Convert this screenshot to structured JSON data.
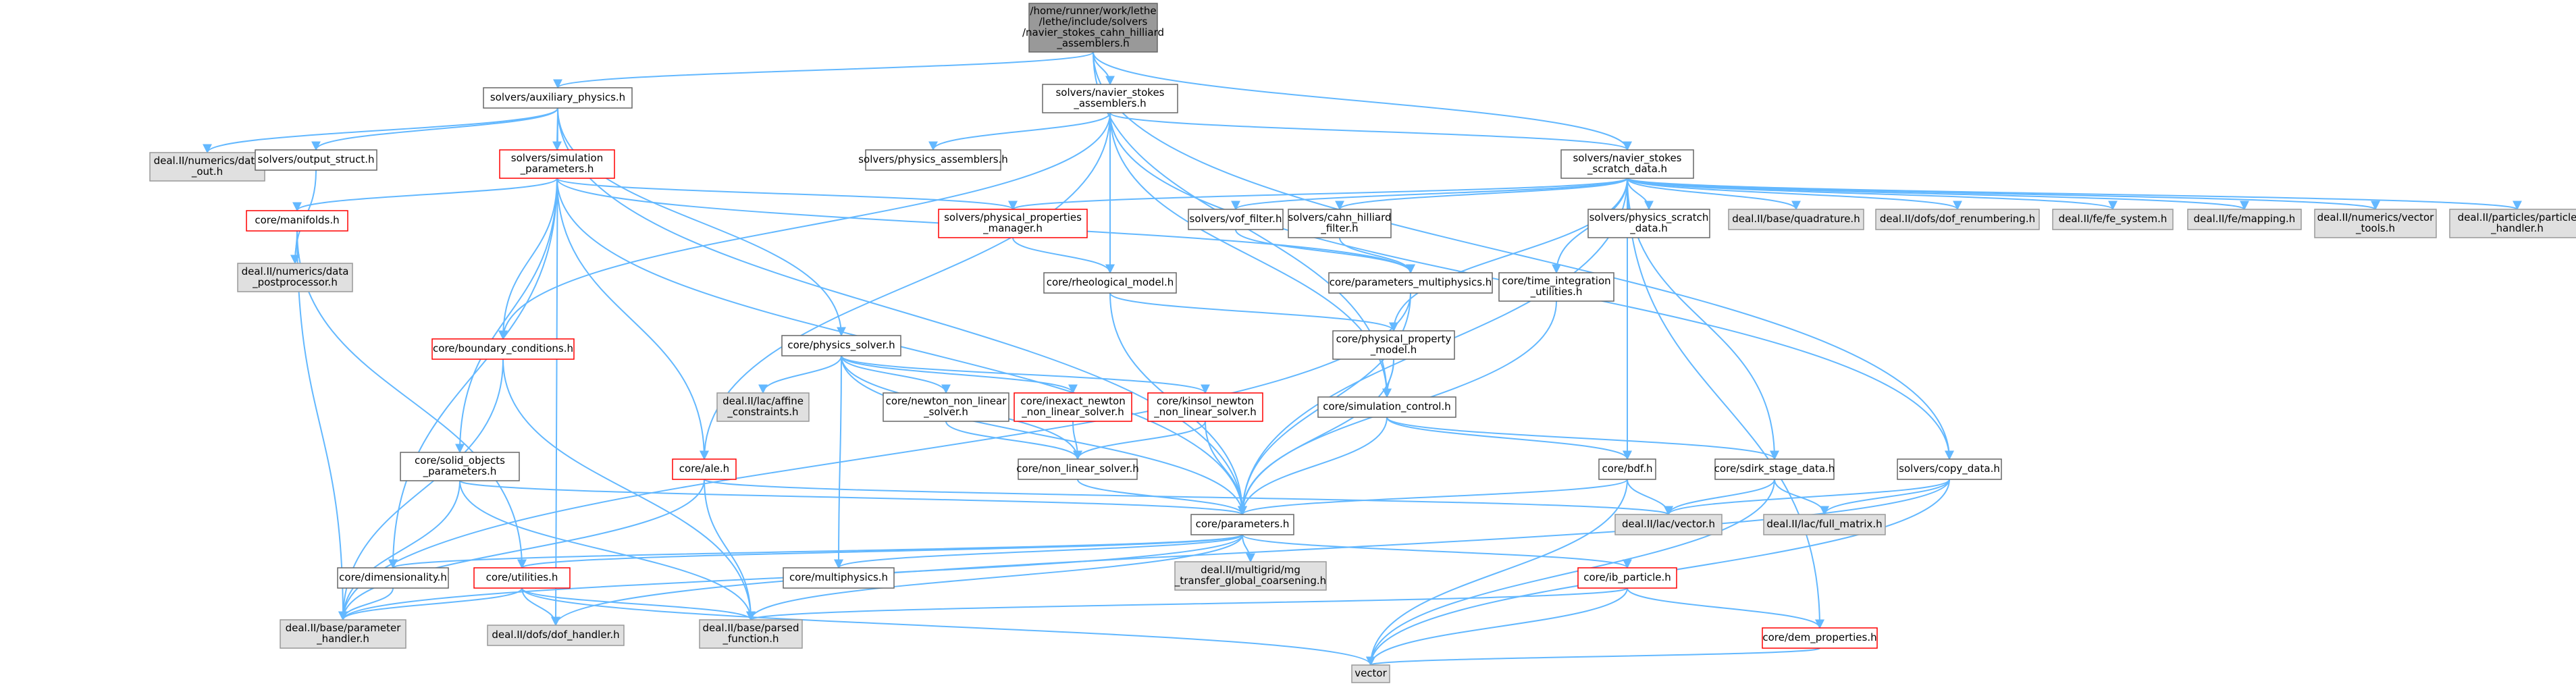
{
  "colors": {
    "edge": "#63b8ff",
    "border": "#666666",
    "red_border": "#ff0000",
    "gray_fill": "#e0e0e0",
    "root_fill": "#999999"
  },
  "nodes": {
    "root": {
      "lines": [
        "/home/runner/work/lethe",
        "/lethe/include/solvers",
        "/navier_stokes_cahn_hilliard",
        "_assemblers.h"
      ],
      "style": "root"
    },
    "aux_physics": {
      "lines": [
        "solvers/auxiliary_physics.h"
      ],
      "style": "white"
    },
    "ns_assemblers": {
      "lines": [
        "solvers/navier_stokes",
        "_assemblers.h"
      ],
      "style": "white"
    },
    "ns_scratch": {
      "lines": [
        "solvers/navier_stokes",
        "_scratch_data.h"
      ],
      "style": "white"
    },
    "data_out": {
      "lines": [
        "deal.II/numerics/data",
        "_out.h"
      ],
      "style": "gray"
    },
    "output_struct": {
      "lines": [
        "solvers/output_struct.h"
      ],
      "style": "white"
    },
    "sim_params": {
      "lines": [
        "solvers/simulation",
        "_parameters.h"
      ],
      "style": "red"
    },
    "manifolds": {
      "lines": [
        "core/manifolds.h"
      ],
      "style": "red"
    },
    "data_postprocessor": {
      "lines": [
        "deal.II/numerics/data",
        "_postprocessor.h"
      ],
      "style": "gray"
    },
    "physics_assemblers": {
      "lines": [
        "solvers/physics_assemblers.h"
      ],
      "style": "white"
    },
    "phys_prop_manager": {
      "lines": [
        "solvers/physical_properties",
        "_manager.h"
      ],
      "style": "red"
    },
    "vof_filter": {
      "lines": [
        "solvers/vof_filter.h"
      ],
      "style": "white"
    },
    "ch_filter": {
      "lines": [
        "solvers/cahn_hilliard",
        "_filter.h"
      ],
      "style": "white"
    },
    "time_integration": {
      "lines": [
        "core/time_integration",
        "_utilities.h"
      ],
      "style": "white"
    },
    "physics_scratch": {
      "lines": [
        "solvers/physics_scratch",
        "_data.h"
      ],
      "style": "white"
    },
    "quadrature": {
      "lines": [
        "deal.II/base/quadrature.h"
      ],
      "style": "gray"
    },
    "dof_renumbering": {
      "lines": [
        "deal.II/dofs/dof_renumbering.h"
      ],
      "style": "gray"
    },
    "fe_system": {
      "lines": [
        "deal.II/fe/fe_system.h"
      ],
      "style": "gray"
    },
    "mapping": {
      "lines": [
        "deal.II/fe/mapping.h"
      ],
      "style": "gray"
    },
    "vector_tools": {
      "lines": [
        "deal.II/numerics/vector",
        "_tools.h"
      ],
      "style": "gray"
    },
    "particle_handler": {
      "lines": [
        "deal.II/particles/particle",
        "_handler.h"
      ],
      "style": "gray"
    },
    "rheological": {
      "lines": [
        "core/rheological_model.h"
      ],
      "style": "white"
    },
    "params_multiphysics": {
      "lines": [
        "core/parameters_multiphysics.h"
      ],
      "style": "white"
    },
    "boundary_conditions": {
      "lines": [
        "core/boundary_conditions.h"
      ],
      "style": "red"
    },
    "physics_solver": {
      "lines": [
        "core/physics_solver.h"
      ],
      "style": "white"
    },
    "physical_property_model": {
      "lines": [
        "core/physical_property",
        "_model.h"
      ],
      "style": "white"
    },
    "affine_constraints": {
      "lines": [
        "deal.II/lac/affine",
        "_constraints.h"
      ],
      "style": "gray"
    },
    "newton_solver": {
      "lines": [
        "core/newton_non_linear",
        "_solver.h"
      ],
      "style": "white"
    },
    "inexact_newton": {
      "lines": [
        "core/inexact_newton",
        "_non_linear_solver.h"
      ],
      "style": "red"
    },
    "kinsol_newton": {
      "lines": [
        "core/kinsol_newton",
        "_non_linear_solver.h"
      ],
      "style": "red"
    },
    "simulation_control": {
      "lines": [
        "core/simulation_control.h"
      ],
      "style": "white"
    },
    "solid_objects": {
      "lines": [
        "core/solid_objects",
        "_parameters.h"
      ],
      "style": "white"
    },
    "ale": {
      "lines": [
        "core/ale.h"
      ],
      "style": "red"
    },
    "non_linear_solver": {
      "lines": [
        "core/non_linear_solver.h"
      ],
      "style": "white"
    },
    "bdf": {
      "lines": [
        "core/bdf.h"
      ],
      "style": "white"
    },
    "sdirk": {
      "lines": [
        "core/sdirk_stage_data.h"
      ],
      "style": "white"
    },
    "copy_data": {
      "lines": [
        "solvers/copy_data.h"
      ],
      "style": "white"
    },
    "lac_vector": {
      "lines": [
        "deal.II/lac/vector.h"
      ],
      "style": "gray"
    },
    "full_matrix": {
      "lines": [
        "deal.II/lac/full_matrix.h"
      ],
      "style": "gray"
    },
    "parameters": {
      "lines": [
        "core/parameters.h"
      ],
      "style": "white"
    },
    "dimensionality": {
      "lines": [
        "core/dimensionality.h"
      ],
      "style": "white"
    },
    "utilities": {
      "lines": [
        "core/utilities.h"
      ],
      "style": "red"
    },
    "multiphysics": {
      "lines": [
        "core/multiphysics.h"
      ],
      "style": "white"
    },
    "mg_transfer": {
      "lines": [
        "deal.II/multigrid/mg",
        "_transfer_global_coarsening.h"
      ],
      "style": "gray"
    },
    "ib_particle": {
      "lines": [
        "core/ib_particle.h"
      ],
      "style": "red"
    },
    "param_handler": {
      "lines": [
        "deal.II/base/parameter",
        "_handler.h"
      ],
      "style": "gray"
    },
    "dof_handler": {
      "lines": [
        "deal.II/dofs/dof_handler.h"
      ],
      "style": "gray"
    },
    "parsed_function": {
      "lines": [
        "deal.II/base/parsed",
        "_function.h"
      ],
      "style": "gray"
    },
    "dem_properties": {
      "lines": [
        "core/dem_properties.h"
      ],
      "style": "red"
    },
    "vector": {
      "lines": [
        "vector"
      ],
      "style": "gray"
    }
  },
  "edges": [
    [
      "root",
      "aux_physics"
    ],
    [
      "root",
      "ns_assemblers"
    ],
    [
      "root",
      "ns_scratch"
    ],
    [
      "root",
      "simulation_control"
    ],
    [
      "root",
      "copy_data"
    ],
    [
      "aux_physics",
      "data_out"
    ],
    [
      "aux_physics",
      "output_struct"
    ],
    [
      "aux_physics",
      "sim_params"
    ],
    [
      "aux_physics",
      "physics_solver"
    ],
    [
      "aux_physics",
      "parameters"
    ],
    [
      "aux_physics",
      "dof_handler"
    ],
    [
      "ns_assemblers",
      "physics_assemblers"
    ],
    [
      "ns_assemblers",
      "ns_scratch"
    ],
    [
      "ns_assemblers",
      "rheological"
    ],
    [
      "ns_assemblers",
      "simulation_control"
    ],
    [
      "ns_assemblers",
      "boundary_conditions"
    ],
    [
      "ns_assemblers",
      "ale"
    ],
    [
      "ns_assemblers",
      "copy_data"
    ],
    [
      "output_struct",
      "data_postprocessor"
    ],
    [
      "sim_params",
      "manifolds"
    ],
    [
      "sim_params",
      "phys_prop_manager"
    ],
    [
      "sim_params",
      "params_multiphysics"
    ],
    [
      "sim_params",
      "boundary_conditions"
    ],
    [
      "sim_params",
      "solid_objects"
    ],
    [
      "sim_params",
      "ale"
    ],
    [
      "sim_params",
      "dimensionality"
    ],
    [
      "sim_params",
      "parameters"
    ],
    [
      "manifolds",
      "data_postprocessor"
    ],
    [
      "manifolds",
      "param_handler"
    ],
    [
      "manifolds",
      "utilities"
    ],
    [
      "phys_prop_manager",
      "rheological"
    ],
    [
      "ns_scratch",
      "phys_prop_manager"
    ],
    [
      "ns_scratch",
      "vof_filter"
    ],
    [
      "ns_scratch",
      "ch_filter"
    ],
    [
      "ns_scratch",
      "time_integration"
    ],
    [
      "ns_scratch",
      "physics_scratch"
    ],
    [
      "ns_scratch",
      "quadrature"
    ],
    [
      "ns_scratch",
      "dof_renumbering"
    ],
    [
      "ns_scratch",
      "fe_system"
    ],
    [
      "ns_scratch",
      "mapping"
    ],
    [
      "ns_scratch",
      "vector_tools"
    ],
    [
      "ns_scratch",
      "particle_handler"
    ],
    [
      "ns_scratch",
      "physical_property_model"
    ],
    [
      "ns_scratch",
      "bdf"
    ],
    [
      "ns_scratch",
      "sdirk"
    ],
    [
      "ns_scratch",
      "dem_properties"
    ],
    [
      "ns_scratch",
      "parameters"
    ],
    [
      "vof_filter",
      "params_multiphysics"
    ],
    [
      "ch_filter",
      "params_multiphysics"
    ],
    [
      "rheological",
      "physical_property_model"
    ],
    [
      "rheological",
      "parameters"
    ],
    [
      "params_multiphysics",
      "parameters"
    ],
    [
      "params_multiphysics",
      "param_handler"
    ],
    [
      "time_integration",
      "parameters"
    ],
    [
      "physical_property_model",
      "simulation_control"
    ],
    [
      "physical_property_model",
      "parameters"
    ],
    [
      "boundary_conditions",
      "param_handler"
    ],
    [
      "boundary_conditions",
      "parsed_function"
    ],
    [
      "physics_solver",
      "affine_constraints"
    ],
    [
      "physics_solver",
      "newton_solver"
    ],
    [
      "physics_solver",
      "inexact_newton"
    ],
    [
      "physics_solver",
      "kinsol_newton"
    ],
    [
      "physics_solver",
      "non_linear_solver"
    ],
    [
      "physics_solver",
      "parameters"
    ],
    [
      "physics_solver",
      "multiphysics"
    ],
    [
      "newton_solver",
      "non_linear_solver"
    ],
    [
      "inexact_newton",
      "non_linear_solver"
    ],
    [
      "kinsol_newton",
      "non_linear_solver"
    ],
    [
      "kinsol_newton",
      "parameters"
    ],
    [
      "simulation_control",
      "parameters"
    ],
    [
      "simulation_control",
      "bdf"
    ],
    [
      "simulation_control",
      "sdirk"
    ],
    [
      "solid_objects",
      "param_handler"
    ],
    [
      "solid_objects",
      "parameters"
    ],
    [
      "solid_objects",
      "parsed_function"
    ],
    [
      "ale",
      "param_handler"
    ],
    [
      "ale",
      "parsed_function"
    ],
    [
      "ale",
      "lac_vector"
    ],
    [
      "non_linear_solver",
      "parameters"
    ],
    [
      "bdf",
      "parameters"
    ],
    [
      "bdf",
      "lac_vector"
    ],
    [
      "bdf",
      "vector"
    ],
    [
      "sdirk",
      "full_matrix"
    ],
    [
      "sdirk",
      "lac_vector"
    ],
    [
      "sdirk",
      "vector"
    ],
    [
      "copy_data",
      "full_matrix"
    ],
    [
      "copy_data",
      "lac_vector"
    ],
    [
      "copy_data",
      "vector"
    ],
    [
      "copy_data",
      "dof_handler"
    ],
    [
      "parameters",
      "dimensionality"
    ],
    [
      "parameters",
      "utilities"
    ],
    [
      "parameters",
      "multiphysics"
    ],
    [
      "parameters",
      "mg_transfer"
    ],
    [
      "parameters",
      "ib_particle"
    ],
    [
      "parameters",
      "param_handler"
    ],
    [
      "parameters",
      "parsed_function"
    ],
    [
      "dimensionality",
      "param_handler"
    ],
    [
      "utilities",
      "param_handler"
    ],
    [
      "utilities",
      "dof_handler"
    ],
    [
      "utilities",
      "parsed_function"
    ],
    [
      "utilities",
      "vector"
    ],
    [
      "ib_particle",
      "dem_properties"
    ],
    [
      "ib_particle",
      "vector"
    ],
    [
      "ib_particle",
      "parsed_function"
    ],
    [
      "dem_properties",
      "vector"
    ]
  ]
}
